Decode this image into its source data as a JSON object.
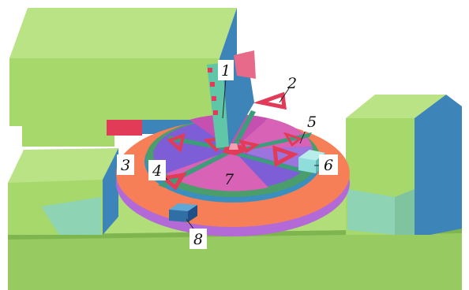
{
  "figure": {
    "labels": [
      {
        "id": "1",
        "text": "1"
      },
      {
        "id": "2",
        "text": "2"
      },
      {
        "id": "3",
        "text": "3"
      },
      {
        "id": "4",
        "text": "4"
      },
      {
        "id": "5",
        "text": "5"
      },
      {
        "id": "6",
        "text": "6"
      },
      {
        "id": "7",
        "text": "7"
      },
      {
        "id": "8",
        "text": "8"
      }
    ],
    "colors": {
      "block_green": "#a6d86b",
      "block_blue": "#3d84b8",
      "teal": "#5fc6a8",
      "orange_ring": "#f77f57",
      "magenta_disc": "#d863b6",
      "purple_disc": "#7d5ed6",
      "red_part": "#e23b57",
      "cyan_box": "#8fdedc"
    }
  }
}
